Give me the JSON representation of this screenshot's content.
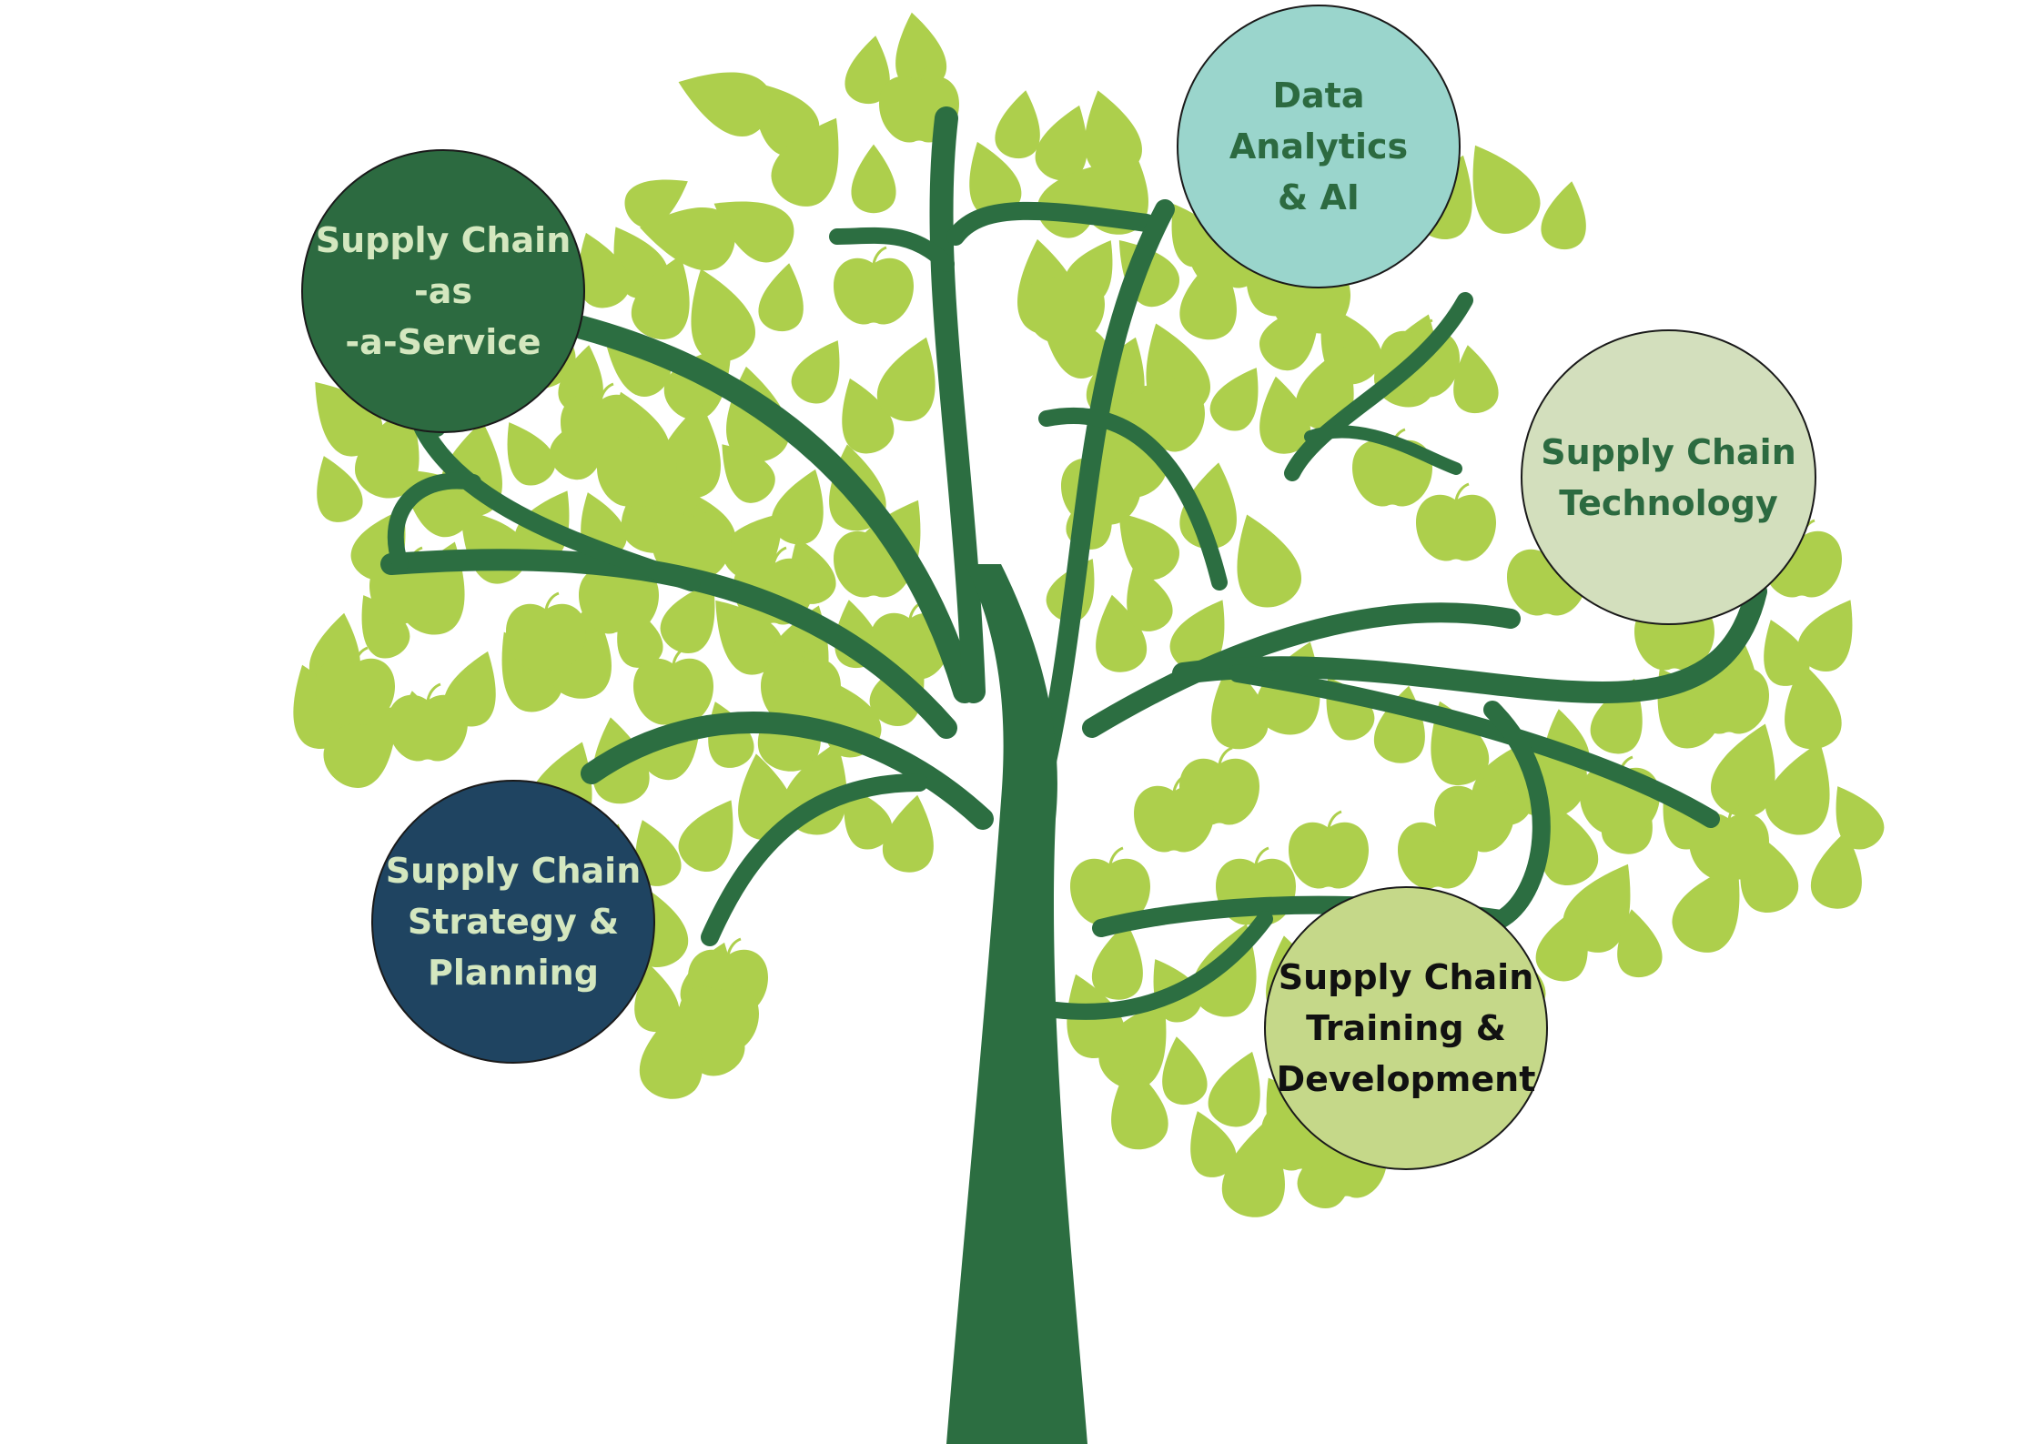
{
  "colors": {
    "trunk": "#2c6e41",
    "leaf": "#adcf4c",
    "background": "#ffffff"
  },
  "nodes": [
    {
      "id": "saas",
      "text": "Supply Chain\n-as\n-a-Service",
      "fill": "#2c6a40",
      "text_color": "#d4e7bf"
    },
    {
      "id": "data",
      "text": "Data Analytics\n& AI",
      "fill": "#9ad5cc",
      "text_color": "#2c6a40"
    },
    {
      "id": "tech",
      "text": "Supply Chain\nTechnology",
      "fill": "#d3dfbd",
      "text_color": "#2c6a40"
    },
    {
      "id": "strategy",
      "text": "Supply Chain\nStrategy &\nPlanning",
      "fill": "#1f4461",
      "text_color": "#d4e7bf"
    },
    {
      "id": "training",
      "text": "Supply Chain\nTraining &\nDevelopment",
      "fill": "#c5d889",
      "text_color": "#111111"
    }
  ]
}
